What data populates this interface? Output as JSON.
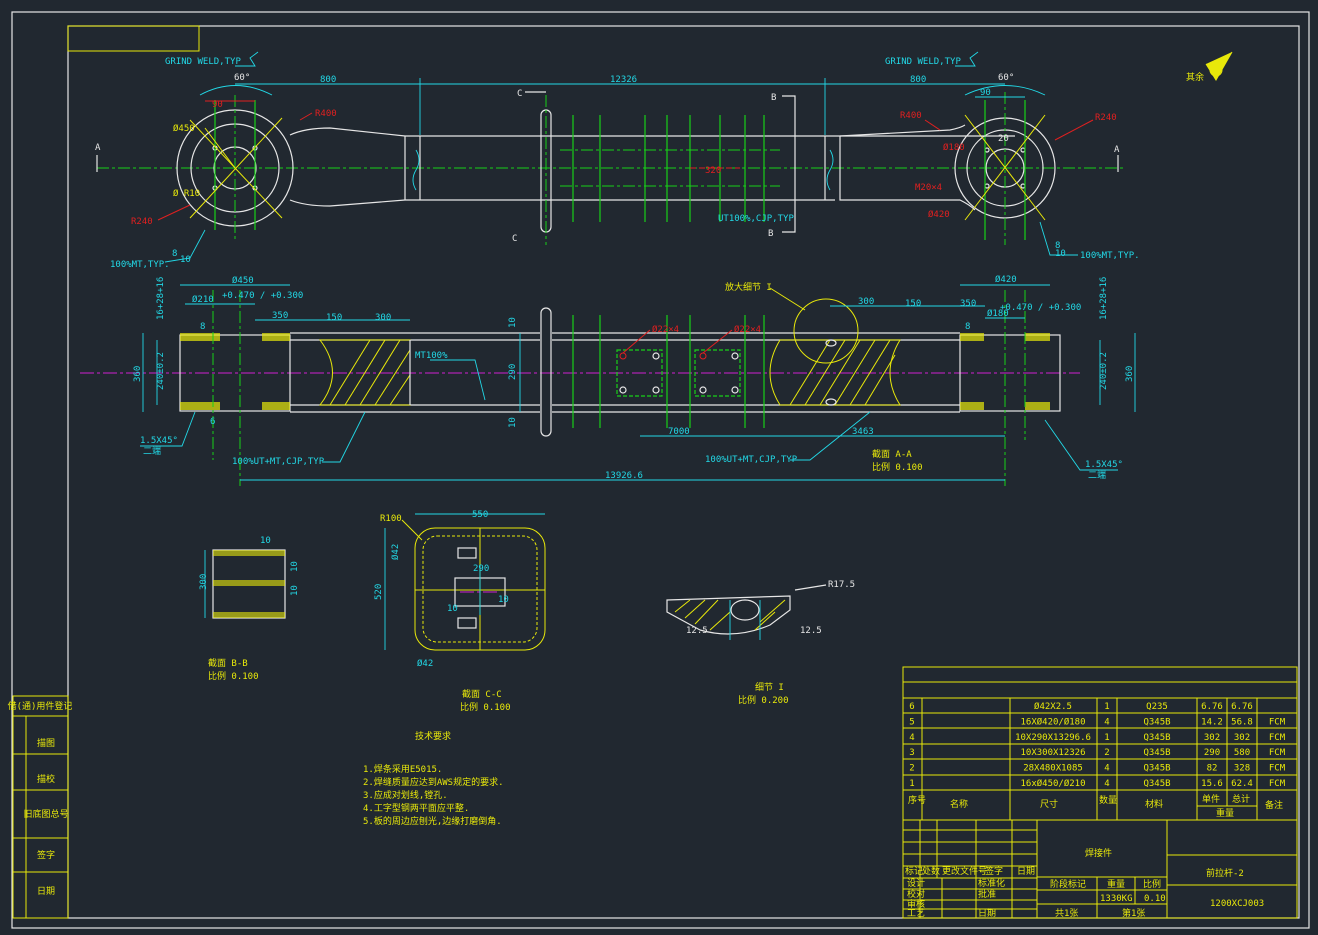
{
  "colors": {
    "background": "#212830",
    "outline": "#e6e6e6",
    "dimension": "#22d8e6",
    "weld": "#e8e80a",
    "centerline": "#18d018",
    "radius_callout": "#e02020",
    "axis": "#d020d0"
  },
  "top_view": {
    "grind_weld_left": "GRIND WELD,TYP",
    "grind_weld_right": "GRIND WELD,TYP",
    "angle_left": "60°",
    "angle_right": "60°",
    "dim_800_left": "800",
    "dim_800_right": "800",
    "dim_length": "12326",
    "dim_90_left": "90",
    "dim_90_right": "90",
    "d450": "Ø450",
    "r400_left": "R400",
    "r400_right": "R400",
    "r10": "Ø R10",
    "r240_left": "R240",
    "r240_right": "R240",
    "d180": "Ø180",
    "dim_20": "20",
    "m20x4": "M20×4",
    "d420": "Ø420",
    "dim_320": "320",
    "mt_left": "100%MT,TYP.",
    "mt_right": "100%MT,TYP.",
    "ut_note": "UT100%,CJP,TYP",
    "weld_8_left": "8",
    "weld_10_left": "10",
    "weld_8_right": "8",
    "weld_10_right": "10",
    "sec_a_left": "A",
    "sec_a_right": "A",
    "sec_b_top": "B",
    "sec_b_bottom": "B",
    "sec_c_top": "C",
    "sec_c_bottom": "C",
    "surface_mark": "其余"
  },
  "front_view": {
    "detail_label": "放大细节 I",
    "d450": "Ø450",
    "d210": "Ø210",
    "d210_tol": "+0.470 / +0.300",
    "d420": "Ø420",
    "d180": "Ø180",
    "d180_tol": "+0.470 / +0.300",
    "dim_350_left": "350",
    "dim_150_left": "150",
    "dim_300_left": "300",
    "dim_300_right": "300",
    "dim_150_right": "150",
    "dim_350_right": "350",
    "dim_16_left": "16+28+16",
    "dim_16_right": "16+28+16",
    "dim_360_left": "360",
    "dim_360_right": "360",
    "dim_240_left": "240±0.2",
    "dim_240_right": "240±0.2",
    "dim_10_top": "10",
    "dim_290": "290",
    "dim_10_bottom": "10",
    "hole_left": "Ø22×4",
    "hole_right": "Ø22×4",
    "dim_7000": "7000",
    "dim_3463": "3463",
    "dim_total": "13926.6",
    "chamfer_left": "1.5X45°",
    "chamfer_left_note": "二端",
    "chamfer_right": "1.5X45°",
    "chamfer_right_note": "二端",
    "mt_note": "MT100%",
    "weld_note_left": "100%UT+MT,CJP,TYP",
    "weld_note_right": "100%UT+MT,CJP,TYP",
    "section_title": "截面 A-A",
    "section_scale": "比例 0.100",
    "fillet_left": "8",
    "fillet_right": "8",
    "weld_6": "6"
  },
  "section_bb": {
    "dim_10_top": "10",
    "dim_300": "300",
    "dim_10_right": "10",
    "dim_10_right2": "10",
    "title": "截面 B-B",
    "scale": "比例 0.100"
  },
  "section_cc": {
    "r100": "R100",
    "dim_550": "550",
    "dim_520": "520",
    "d42_left": "Ø42",
    "d42_bottom": "Ø42",
    "dim_290": "290",
    "dim_10a": "10",
    "dim_10b": "10",
    "title": "截面 C-C",
    "scale": "比例 0.100"
  },
  "detail_i": {
    "r175": "R17.5",
    "dim_125_left": "12.5",
    "dim_125_right": "12.5",
    "title": "细节 I",
    "scale": "比例 0.200"
  },
  "tech_notes": {
    "title": "技术要求",
    "items": [
      "1.焊条采用E5015.",
      "2.焊缝质量应达到AWS规定的要求.",
      "3.应成对划线,镗孔.",
      "4.工字型钢两平面应平整.",
      "5.板的周边应刨光,边缘打磨倒角."
    ]
  },
  "bom": {
    "rows": [
      {
        "no": "6",
        "name": "",
        "spec": "Ø42X2.5",
        "qty": "1",
        "material": "Q235",
        "unit_wt": "6.76",
        "total_wt": "6.76",
        "note": ""
      },
      {
        "no": "5",
        "name": "",
        "spec": "16XØ420/Ø180",
        "qty": "4",
        "material": "Q345B",
        "unit_wt": "14.2",
        "total_wt": "56.8",
        "note": "FCM"
      },
      {
        "no": "4",
        "name": "",
        "spec": "10X290X13296.6",
        "qty": "1",
        "material": "Q345B",
        "unit_wt": "302",
        "total_wt": "302",
        "note": "FCM"
      },
      {
        "no": "3",
        "name": "",
        "spec": "10X300X12326",
        "qty": "2",
        "material": "Q345B",
        "unit_wt": "290",
        "total_wt": "580",
        "note": "FCM"
      },
      {
        "no": "2",
        "name": "",
        "spec": "28X480X1085",
        "qty": "4",
        "material": "Q345B",
        "unit_wt": "82",
        "total_wt": "328",
        "note": "FCM"
      },
      {
        "no": "1",
        "name": "",
        "spec": "16xØ450/Ø210",
        "qty": "4",
        "material": "Q345B",
        "unit_wt": "15.6",
        "total_wt": "62.4",
        "note": "FCM"
      }
    ],
    "header": {
      "no": "序号",
      "name": "名称",
      "spec": "尺寸",
      "qty": "数量",
      "material": "材料",
      "unit": "单件",
      "total": "总计",
      "weight": "重量",
      "note": "备注"
    }
  },
  "title_block": {
    "drawing_title": "焊接件",
    "part_name": "前拉杆-2",
    "drawing_no": "1200XCJ003",
    "mark": "标记",
    "count": "处数",
    "revision": "更改文件号",
    "sign": "签字",
    "date": "日期",
    "design": "设计",
    "check": "校对",
    "approve": "审核",
    "process": "工艺",
    "standardize": "标准化",
    "approved": "批准",
    "date_label": "日期",
    "stage": "阶段标记",
    "weight_label": "重量",
    "scale_label": "比例",
    "weight": "1330KG",
    "scale": "0.10",
    "sheet": "共1张",
    "sheet_no": "第1张"
  },
  "left_strip": [
    "借(通)用件登记",
    "描图",
    "描校",
    "旧底图总号",
    "签字",
    "日期"
  ]
}
